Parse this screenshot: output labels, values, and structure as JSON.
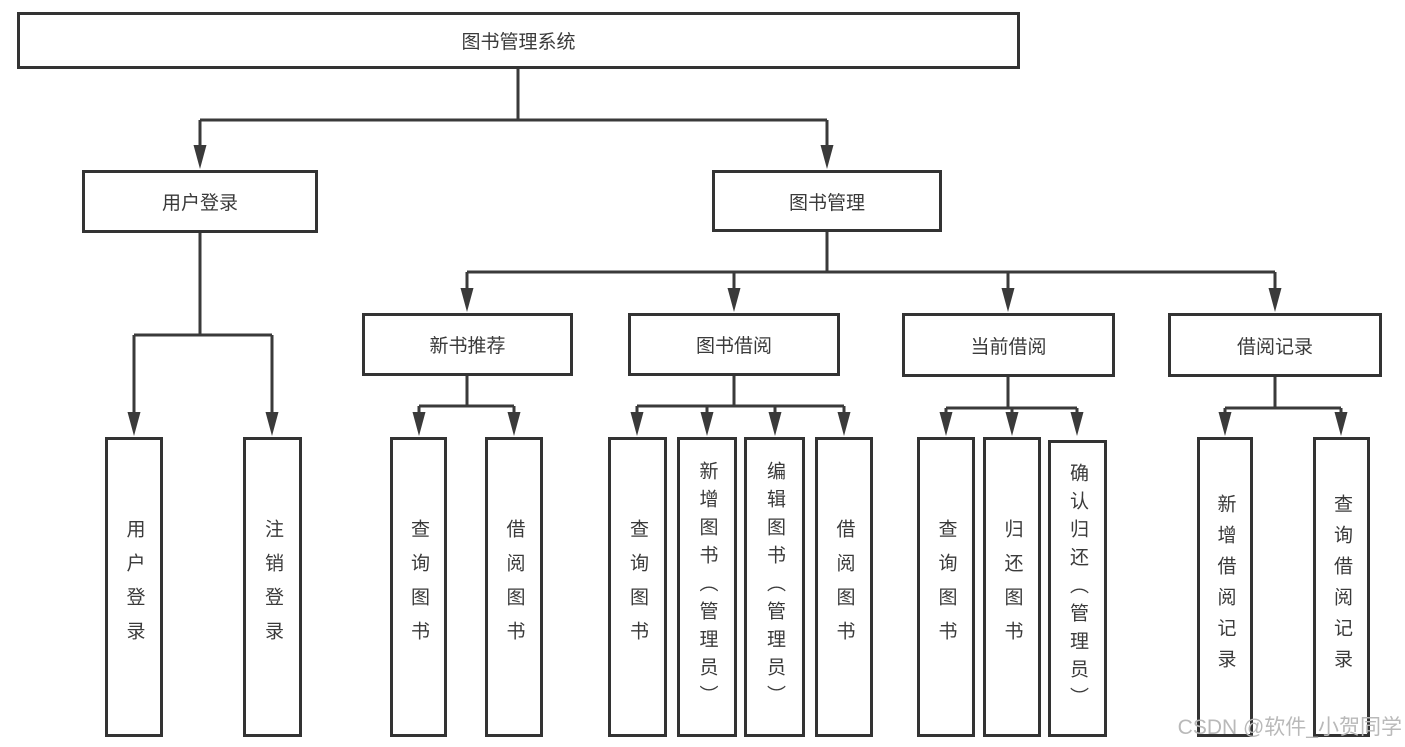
{
  "diagram": {
    "nodes": {
      "root": "图书管理系统",
      "user_login": "用户登录",
      "book_mgmt": "图书管理",
      "new_book_rec": "新书推荐",
      "book_borrow": "图书借阅",
      "current_borrow": "当前借阅",
      "borrow_records": "借阅记录",
      "leaf_user_login": "用户登录",
      "leaf_logout": "注销登录",
      "leaf_nbr_query": "查询图书",
      "leaf_nbr_borrow": "借阅图书",
      "leaf_bb_query": "查询图书",
      "leaf_bb_add": "新增图书（管理员）",
      "leaf_bb_edit": "编辑图书（管理员）",
      "leaf_bb_borrow": "借阅图书",
      "leaf_cb_query": "查询图书",
      "leaf_cb_return": "归还图书",
      "leaf_cb_confirm": "确认归还（管理员）",
      "leaf_br_add": "新增借阅记录",
      "leaf_br_query": "查询借阅记录"
    },
    "hierarchy": {
      "图书管理系统": {
        "用户登录": [
          "用户登录",
          "注销登录"
        ],
        "图书管理": {
          "新书推荐": [
            "查询图书",
            "借阅图书"
          ],
          "图书借阅": [
            "查询图书",
            "新增图书（管理员）",
            "编辑图书（管理员）",
            "借阅图书"
          ],
          "当前借阅": [
            "查询图书",
            "归还图书",
            "确认归还（管理员）"
          ],
          "借阅记录": [
            "新增借阅记录",
            "查询借阅记录"
          ]
        }
      }
    },
    "colors": {
      "line": "#3a3a3a",
      "box_border": "#333333",
      "text": "#3a3a3a",
      "background": "#ffffff",
      "watermark": "#b9b9b9"
    }
  },
  "watermark": {
    "text": "CSDN @软件_小贺同学"
  }
}
